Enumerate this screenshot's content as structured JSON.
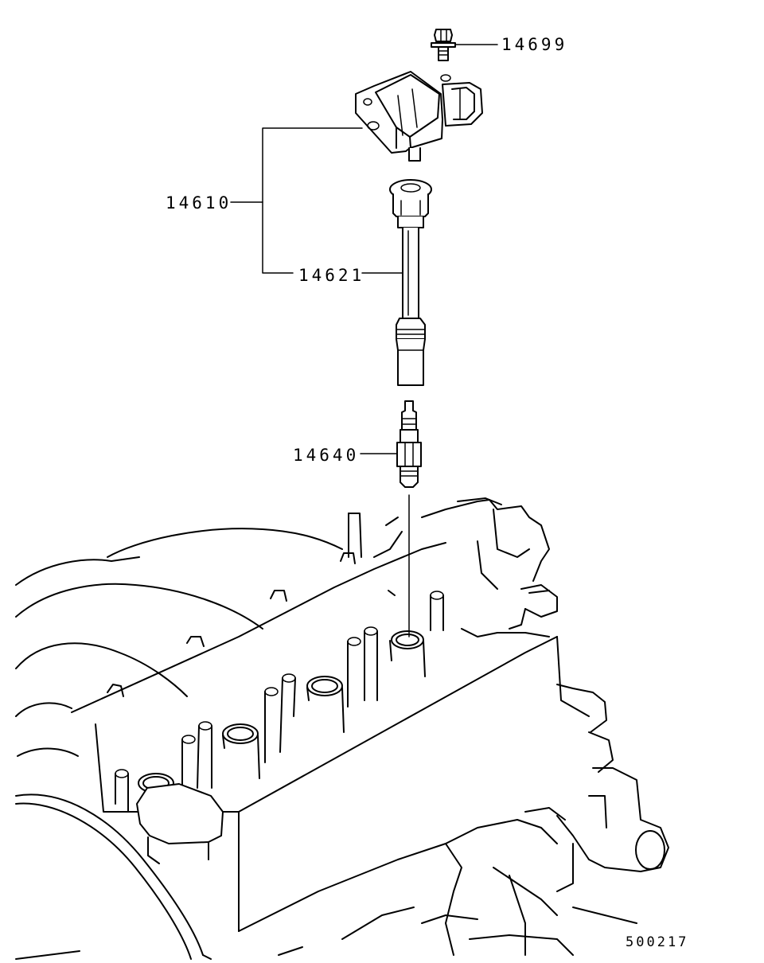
{
  "labels": {
    "bolt": "14699",
    "coil_assembly": "14610",
    "coil_boot": "14621",
    "spark_plug": "14640"
  },
  "figure_code": "500217"
}
